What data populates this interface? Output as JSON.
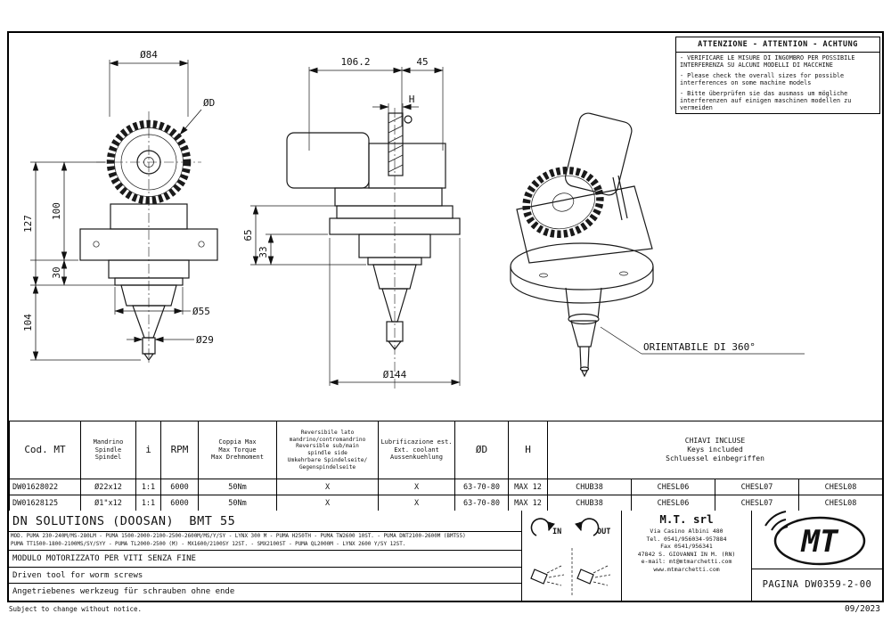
{
  "attention": {
    "title": "ATTENZIONE - ATTENTION - ACHTUNG",
    "items": [
      "- VERIFICARE LE MISURE DI INGOMBRO PER POSSIBILE INTERFERENZA SU ALCUNI MODELLI DI MACCHINE",
      "- Please check the overall sizes for possible interferences on some machine models",
      "- Bitte überprüfen sie das ausmass um mögliche interferenzen auf einigen maschinen modellen zu vermeiden"
    ]
  },
  "drawing": {
    "dims": {
      "d84": "Ø84",
      "dD": "ØD",
      "v127": "127",
      "v100": "100",
      "v30": "30",
      "v104": "104",
      "d55": "Ø55",
      "d29": "Ø29",
      "w106": "106.2",
      "w45": "45",
      "H": "H",
      "v65": "65",
      "v33": "33",
      "d144": "Ø144"
    },
    "orientable": "ORIENTABILE DI 360°"
  },
  "table": {
    "headers": {
      "cod": "Cod. MT",
      "spindle": "Mandrino\nSpindle\nSpindel",
      "ratio": "i",
      "rpm": "RPM",
      "torque": "Coppia Max\nMax Torque\nMax Drehmoment",
      "reversible": "Reversibile lato\nmandrino/contromandrino\nReversible sub/main\nspindle side\nUmkehrbare Spindelseite/\nGegenspindelseite",
      "coolant": "Lubrificazione est.\nExt. coolant\nAussenkuehlung",
      "dD": "ØD",
      "h": "H",
      "keys": "CHIAVI INCLUSE\nKeys included\nSchluessel einbegriffen"
    },
    "rows": [
      [
        "DW01628022",
        "Ø22x12",
        "1:1",
        "6000",
        "50Nm",
        "X",
        "X",
        "63-70-80",
        "MAX 12",
        "CHUB38",
        "CHESL06",
        "CHESL07",
        "CHESL08"
      ],
      [
        "DW01628125",
        "Ø1\"x12",
        "1:1",
        "6000",
        "50Nm",
        "X",
        "X",
        "63-70-80",
        "MAX 12",
        "CHUB38",
        "CHESL06",
        "CHESL07",
        "CHESL08"
      ]
    ]
  },
  "titleblock": {
    "machine_title": "DN SOLUTIONS (DOOSAN)  BMT 55",
    "models_line1": "MOD. PUMA 230-240M/MS-280LM - PUMA 1500-2000-2100-2500-2600M/MS/Y/SY - LYNX 300 M - PUMA H250TH - PUMA TW2600 10ST. - PUMA DNT2100-2600M (BMT55)",
    "models_line2": "PUMA TT1500-1800-2100MS/SY/SYY - PUMA TL2000-2500 (M) - MX1600/2100SY 12ST. - SMX2100ST - PUMA QL2000M - LYNX 2600 Y/SY 12ST.",
    "desc_it": "MODULO MOTORIZZATO PER VITI SENZA FINE",
    "desc_en": "Driven tool for worm screws",
    "desc_de": "Angetriebenes werkzeug für schrauben ohne ende",
    "coolant_in": "IN",
    "coolant_out": "OUT",
    "company": {
      "name": "M.T. srl",
      "lines": {
        "0": "Via Casino Albini 480",
        "1": "Tel. 0541/956034-957884",
        "2": "Fax 0541/956341",
        "3": "47842 S. GIOVANNI IN M. (RN)",
        "4": "e-mail: mt@mtmarchetti.com",
        "5": "www.mtmarchetti.com"
      }
    },
    "logo_text": "MT",
    "page_label": "PAGINA DW0359-2-00"
  },
  "footer": {
    "notice": "Subject to change without notice.",
    "date": "09/2023"
  }
}
